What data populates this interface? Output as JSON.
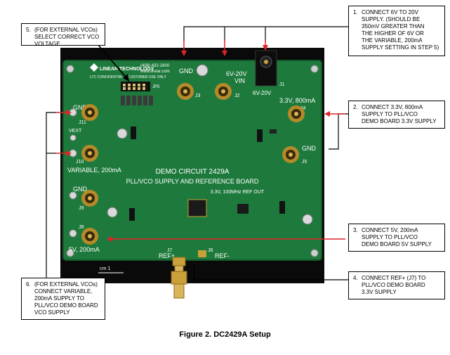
{
  "caption": "Figure 2. DC2429A Setup",
  "callouts": [
    {
      "num": "1.",
      "text": "CONNECT 6V TO 20V\nSUPPLY. (SHOULD BE\n350mV GREATER THAN\nTHE HIGHER OF 6V OR\nTHE VARIABLE, 200mA\nSUPPLY SETTING IN STEP 5)"
    },
    {
      "num": "2.",
      "text": "CONNECT 3.3V, 800mA\nSUPPLY TO PLL/VCO\nDEMO BOARD 3.3V SUPPLY"
    },
    {
      "num": "3.",
      "text": "CONNECT 5V, 200mA\nSUPPLY TO PLL/VCO\nDEMO BOARD 5V SUPPLY"
    },
    {
      "num": "4.",
      "text": "CONNECT REF+ (J7) TO\nPLL/VCO DEMO BOARD\n3.3V SUPPLY"
    },
    {
      "num": "5.",
      "text": "(FOR EXTERNAL VCOs)\nSELECT CORRECT VCO\nVOLTAGE"
    },
    {
      "num": "6.",
      "text": "(FOR EXTERNAL VCOs)\nCONNECT VARIABLE,\n200mA SUPPLY TO\nPLL/VCO DEMO BOARD\nVCO SUPPLY"
    }
  ],
  "board": {
    "title": "DEMO CIRCUIT 2429A",
    "subtitle": "PLL/VCO SUPPLY AND REFERENCE BOARD",
    "ref_out": "3.3V, 100MHz REF OUT",
    "logo": "LINEAR TECHNOLOGY",
    "phone": "(408) 432-1900",
    "web": "www.linear.com",
    "customer": "CUSTOMER USE ONLY",
    "confidential": "LTC CONFIDENTIAL",
    "labels": {
      "gnd_j3": "GND",
      "vin": "6V-20V",
      "vin2": "VIN",
      "j1_label": "6V-20V",
      "v33": "3.3V, 800mA",
      "gnd_j11": "GND",
      "gnd_j5": "GND",
      "vext": "VEXT",
      "variable": "VARIABLE, 200mA",
      "gnd_j9": "GND",
      "v5": "5V, 200mA",
      "ref_plus": "REF+",
      "ref_minus": "REF-",
      "j1": "J1",
      "j2": "J2",
      "j3": "J3",
      "j4": "J4",
      "j5": "J5",
      "j6": "J6",
      "j7": "J7",
      "j8": "J8",
      "j9": "J9",
      "j10": "J10",
      "j11": "J11",
      "jp5": "JP5",
      "ruler": "cm   1"
    }
  },
  "colors": {
    "board": "#1e7a3c",
    "board_dark": "#145a2b",
    "silk": "#ffffff",
    "background_plate": "#0a0a0a",
    "arrow_red": "#e0242b",
    "connector_gold": "#c9a03a"
  }
}
